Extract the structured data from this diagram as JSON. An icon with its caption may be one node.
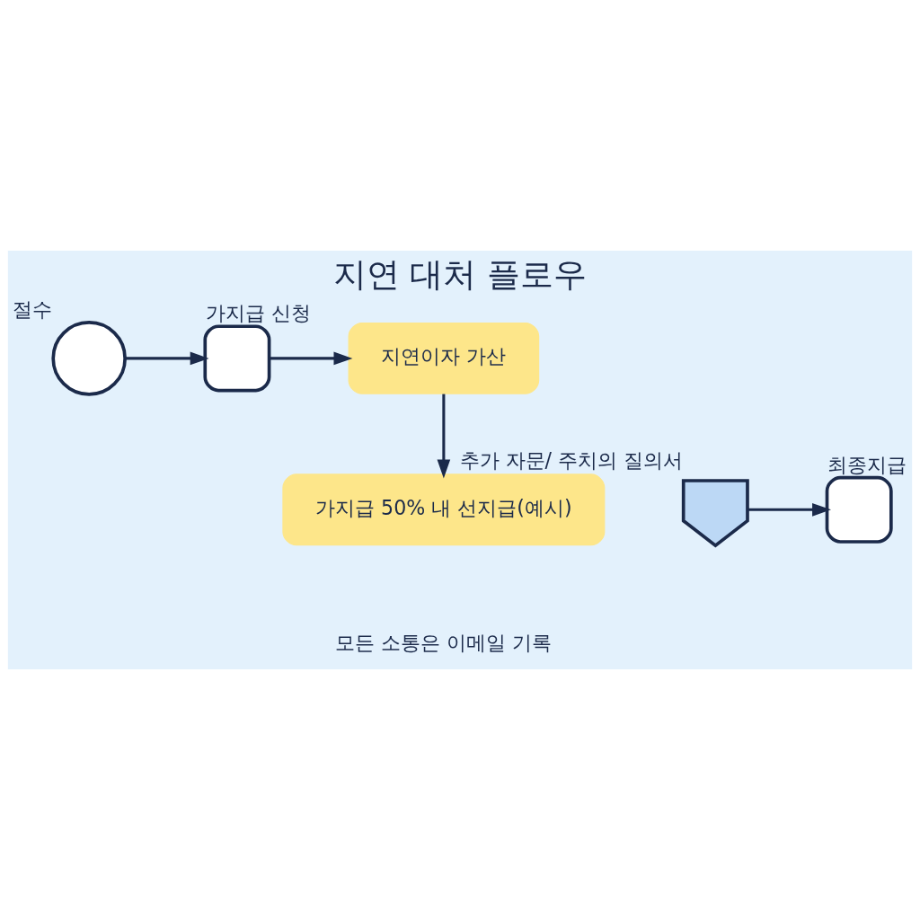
{
  "diagram": {
    "title": "지연 대처 플로우",
    "nodes": [
      {
        "text": [],
        "shape": "circle",
        "beside": [
          "절수"
        ]
      },
      {
        "text": [],
        "shape": "box",
        "beside": [
          "가지급 신청"
        ]
      },
      {
        "text": [
          "지연이자 가산"
        ]
      },
      {
        "text": [
          "가지급 50% 내 선지급(예시)"
        ]
      },
      {
        "text": [],
        "shape": "shield",
        "beside": [
          "추가 자문/ 주치의 질의서"
        ]
      },
      {
        "text": [],
        "shape": "box",
        "beside": [
          "최종지급"
        ]
      }
    ],
    "edges": [
      {
        "from": 0,
        "to": 1,
        "arrow": "to"
      },
      {
        "from": 1,
        "to": 2,
        "arrow": "to"
      },
      {
        "from": 2,
        "to": 3,
        "arrow": "to"
      },
      {
        "from": 4,
        "to": 5,
        "arrow": "to"
      }
    ],
    "labels": [
      "모든 소통은 이메일 기록"
    ]
  }
}
